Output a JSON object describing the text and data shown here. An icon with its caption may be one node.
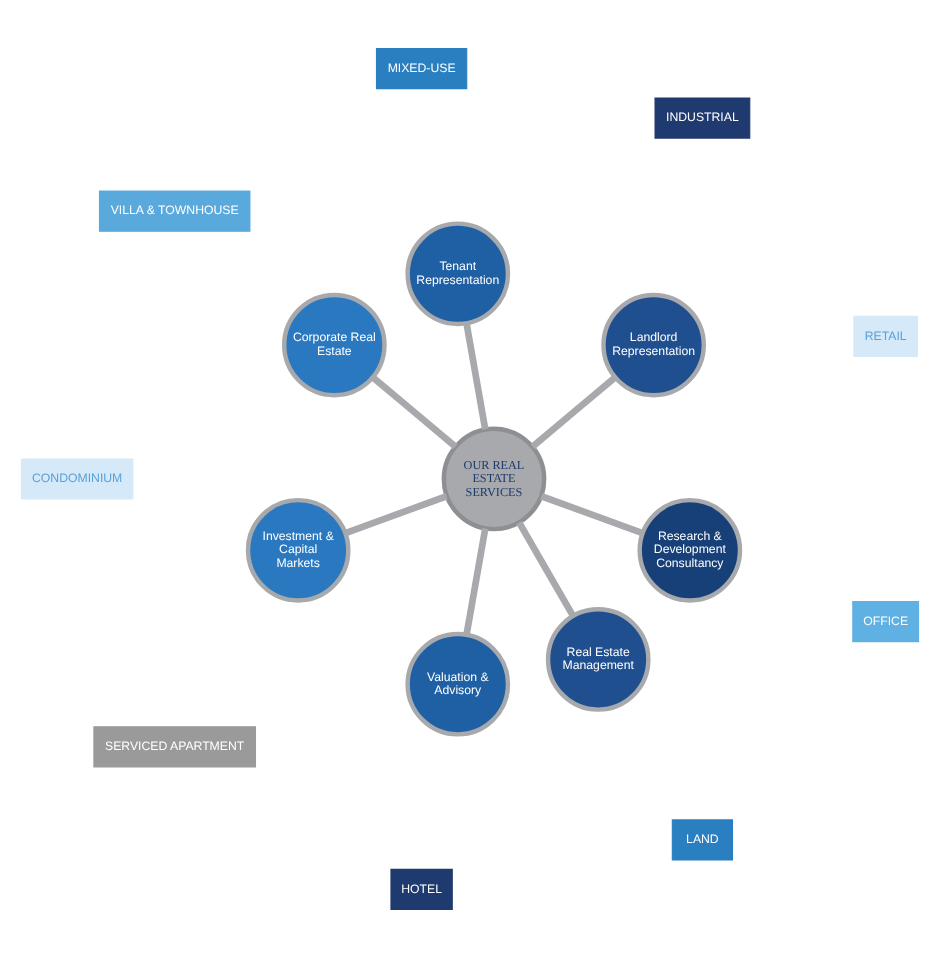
{
  "diagram": {
    "nodes": [
      {
        "text": [
          "OUR REAL ESTATE SERVICES"
        ]
      },
      {
        "text": [
          "Landlord Representation"
        ]
      },
      {
        "text": [
          "Tenant Representation"
        ]
      },
      {
        "text": [
          "Corporate Real Estate"
        ]
      },
      {
        "text": [
          "Investment & Capital Markets"
        ]
      },
      {
        "text": [
          "Valuation & Advisory"
        ]
      },
      {
        "text": [
          "Real Estate Management"
        ]
      },
      {
        "text": [
          "Research & Development Consultancy"
        ]
      },
      {
        "text": [
          "RETAIL"
        ]
      },
      {
        "text": [
          "INDUSTRIAL"
        ]
      },
      {
        "text": [
          "MIXED-USE"
        ]
      },
      {
        "text": [
          "VILLA & TOWNHOUSE"
        ]
      },
      {
        "text": [
          "CONDOMINIUM"
        ]
      },
      {
        "text": [
          "SERVICED APARTMENT"
        ]
      },
      {
        "text": [
          "HOTEL"
        ]
      },
      {
        "text": [
          "LAND"
        ]
      },
      {
        "text": [
          "OFFICE"
        ]
      }
    ],
    "edges": [
      {
        "from": 0,
        "to": 1,
        "arrow": "none"
      },
      {
        "from": 0,
        "to": 2,
        "arrow": "none"
      },
      {
        "from": 0,
        "to": 3,
        "arrow": "none"
      },
      {
        "from": 0,
        "to": 4,
        "arrow": "none"
      },
      {
        "from": 0,
        "to": 5,
        "arrow": "none"
      },
      {
        "from": 0,
        "to": 6,
        "arrow": "none"
      },
      {
        "from": 0,
        "to": 7,
        "arrow": "none"
      }
    ]
  }
}
